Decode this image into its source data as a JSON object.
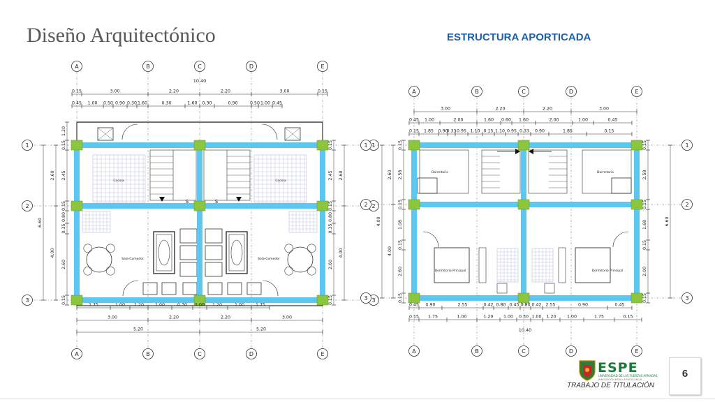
{
  "slide": {
    "title": "Diseño Arquitectónico",
    "subtitle": "ESTRUCTURA APORTICADA",
    "footer": "TRABAJO DE TITULACIÓN",
    "page_number": "6"
  },
  "logo": {
    "text": "ESPE",
    "tagline": "UNIVERSIDAD DE LAS FUERZAS ARMADAS",
    "motto": "INNOVACIÓN PARA LA EXCELENCIA"
  },
  "colors": {
    "beam": "#5cc7ef",
    "column": "#8cc63f",
    "line": "#333333",
    "tile": "#aeb4d8",
    "title": "#595959",
    "subtitle": "#1f5fa8"
  },
  "axes": {
    "columns": [
      "A",
      "B",
      "C",
      "D",
      "E"
    ],
    "rows": [
      "1",
      "2",
      "3"
    ]
  },
  "plan_left": {
    "total_width": "10.40",
    "top_row1": [
      "0.15",
      "3.00",
      "2.20",
      "2.20",
      "3.00",
      "0.15"
    ],
    "top_row2": [
      "0.45",
      "1.00",
      "0.50",
      "0.90",
      "0.30",
      "1.60",
      "0.30",
      "1.60",
      "0.30",
      "0.90",
      "0.50",
      "1.00",
      "0.45"
    ],
    "bottom_row1": [
      "1.75",
      "1.00",
      "1.20",
      "1.00",
      "0.30",
      "1.00",
      "1.20",
      "1.00",
      "1.75"
    ],
    "bottom_row2": [
      "3.00",
      "2.20",
      "2.20",
      "3.00"
    ],
    "bottom_row3": [
      "5.20",
      "5.20"
    ],
    "left_outer": "6.60",
    "left_mid": [
      "2.60",
      "4.00"
    ],
    "left_inner": [
      "1.20",
      "0.15",
      "2.45",
      "0.15",
      "0.80",
      "0.35",
      "2.60",
      "0.15"
    ],
    "right_mid": [
      "2.60",
      "4.00"
    ],
    "right_inner": [
      "0.15",
      "2.45",
      "0.15",
      "0.80",
      "0.35",
      "2.60",
      "0.15"
    ],
    "room_labels": [
      "Cocina",
      "Cocina",
      "Sala-Comedor",
      "Sala-Comedor"
    ],
    "stair_marks": [
      "S",
      "S"
    ]
  },
  "plan_right": {
    "total_width": "10.40",
    "top_row1": [
      "3.00",
      "2.20",
      "2.20",
      "3.00"
    ],
    "top_row2": [
      "0.45",
      "1.00",
      "2.00",
      "1.60",
      "0.60",
      "1.60",
      "2.00",
      "1.00",
      "0.45"
    ],
    "top_row3": [
      "0.15",
      "1.85",
      "0.90",
      "0.33",
      "0.95",
      "1.10",
      "0.15",
      "1.10",
      "0.95",
      "0.33",
      "0.90",
      "1.85",
      "0.15"
    ],
    "bottom_row1": [
      "0.45",
      "0.90",
      "2.55",
      "0.42",
      "0.80",
      "0.45",
      "0.80",
      "0.42",
      "2.55",
      "0.90",
      "0.45"
    ],
    "bottom_row2": [
      "0.15",
      "1.75",
      "1.00",
      "1.20",
      "1.00",
      "0.30",
      "1.00",
      "1.20",
      "1.00",
      "1.75",
      "0.15"
    ],
    "bottom_row3": [
      "10.40"
    ],
    "left_mid": "4.00",
    "left_inner_a": [
      "2.60",
      "4.00"
    ],
    "left_inner_b": [
      "0.15",
      "2.58",
      "0.15",
      "1.08",
      "0.15",
      "2.60",
      "0.15"
    ],
    "right_outer": "6.60",
    "right_inner": [
      "0.15",
      "2.58",
      "0.15",
      "1.68",
      "0.15",
      "2.00",
      "0.15"
    ],
    "room_labels": [
      "Dormitorio",
      "Dormitorio",
      "Dormitorio Principal",
      "Dormitorio Principal"
    ]
  }
}
